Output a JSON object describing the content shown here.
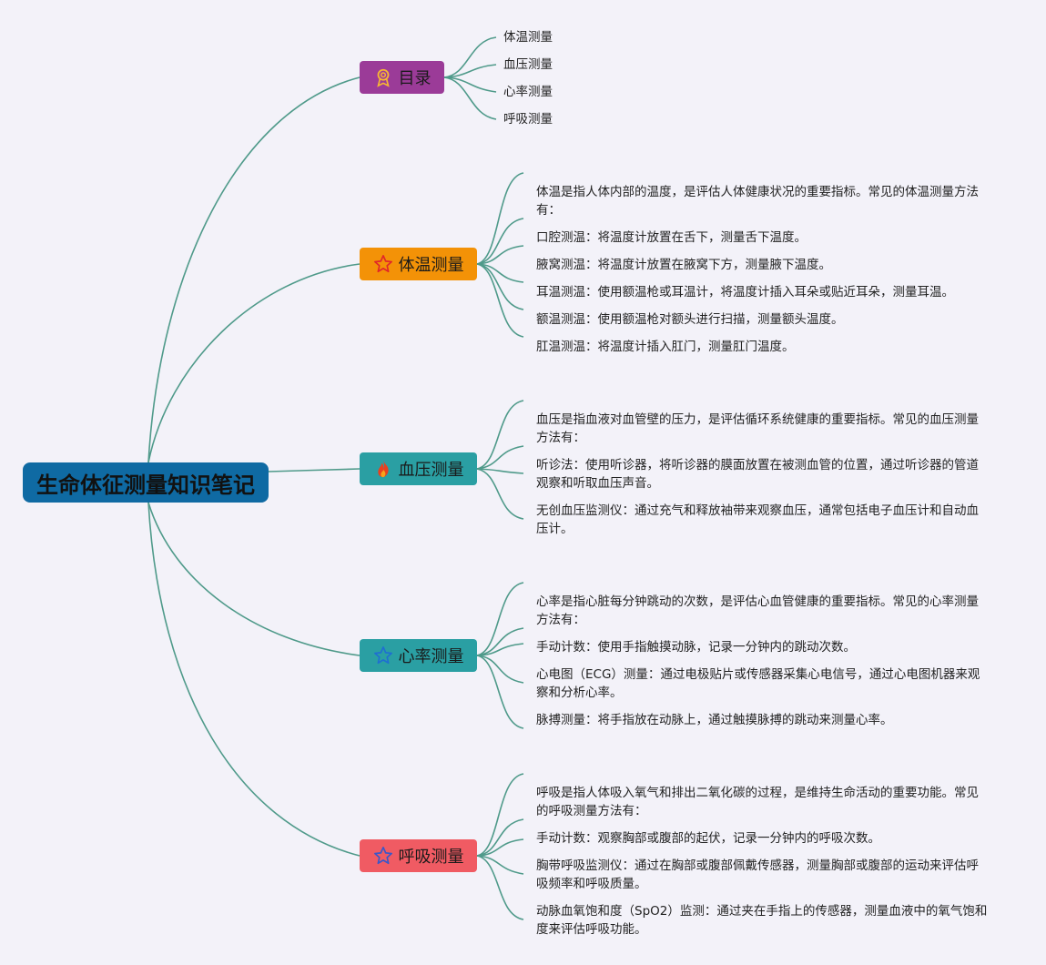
{
  "root": {
    "title": "生命体征测量知识笔记"
  },
  "colors": {
    "root": "#0f6aa3",
    "toc": "#9b3b98",
    "temp": "#f39207",
    "bp": "#2a9fa3",
    "hr": "#2a9fa3",
    "resp": "#f05b63",
    "line": "#4f9a8a"
  },
  "toc": {
    "label": "目录",
    "icon": "ribbon-award-icon",
    "items": [
      "体温测量",
      "血压测量",
      "心率测量",
      "呼吸测量"
    ]
  },
  "temp": {
    "label": "体温测量",
    "icon": "star-outline-icon",
    "notes": [
      "体温是指人体内部的温度，是评估人体健康状况的重要指标。常见的体温测量方法有：",
      "口腔测温：将温度计放置在舌下，测量舌下温度。",
      "腋窝测温：将温度计放置在腋窝下方，测量腋下温度。",
      "耳温测温：使用额温枪或耳温计，将温度计插入耳朵或贴近耳朵，测量耳温。",
      "额温测温：使用额温枪对额头进行扫描，测量额头温度。",
      "肛温测温：将温度计插入肛门，测量肛门温度。"
    ]
  },
  "bp": {
    "label": "血压测量",
    "icon": "flame-icon",
    "notes": [
      "血压是指血液对血管壁的压力，是评估循环系统健康的重要指标。常见的血压测量方法有：",
      "听诊法：使用听诊器，将听诊器的膜面放置在被测血管的位置，通过听诊器的管道观察和听取血压声音。",
      "无创血压监测仪：通过充气和释放袖带来观察血压，通常包括电子血压计和自动血压计。"
    ]
  },
  "hr": {
    "label": "心率测量",
    "icon": "star-outline-icon",
    "notes": [
      "心率是指心脏每分钟跳动的次数，是评估心血管健康的重要指标。常见的心率测量方法有：",
      "手动计数：使用手指触摸动脉，记录一分钟内的跳动次数。",
      "心电图（ECG）测量：通过电极贴片或传感器采集心电信号，通过心电图机器来观察和分析心率。",
      "脉搏测量：将手指放在动脉上，通过触摸脉搏的跳动来测量心率。"
    ]
  },
  "resp": {
    "label": "呼吸测量",
    "icon": "star-outline-icon",
    "notes": [
      "呼吸是指人体吸入氧气和排出二氧化碳的过程，是维持生命活动的重要功能。常见的呼吸测量方法有：",
      "手动计数：观察胸部或腹部的起伏，记录一分钟内的呼吸次数。",
      "胸带呼吸监测仪：通过在胸部或腹部佩戴传感器，测量胸部或腹部的运动来评估呼吸频率和呼吸质量。",
      "动脉血氧饱和度（SpO2）监测：通过夹在手指上的传感器，测量血液中的氧气饱和度来评估呼吸功能。"
    ]
  }
}
